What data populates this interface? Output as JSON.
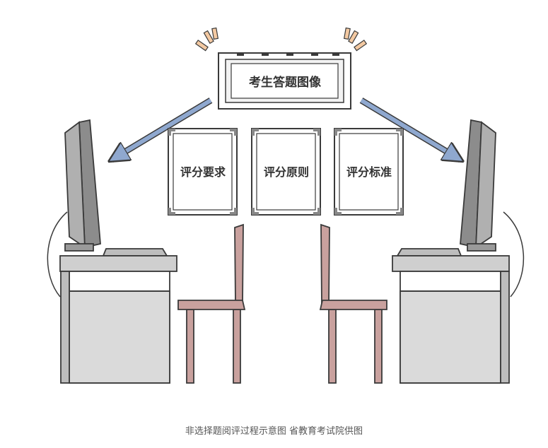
{
  "header_board": {
    "text": "考生答题图像"
  },
  "boards": [
    {
      "text": "评分要求"
    },
    {
      "text": "评分原则"
    },
    {
      "text": "评分标准"
    }
  ],
  "caption": "非选择题阅评过程示意图 省教育考试院供图",
  "colors": {
    "outline": "#3a3a3a",
    "arrow": "#8fa8cf",
    "chair": "#c9a19e",
    "desk_top": "#cfcfcf",
    "desk_body": "#dadada",
    "monitor": "#8c8c8c",
    "sparkle": "#f3c9a2"
  }
}
